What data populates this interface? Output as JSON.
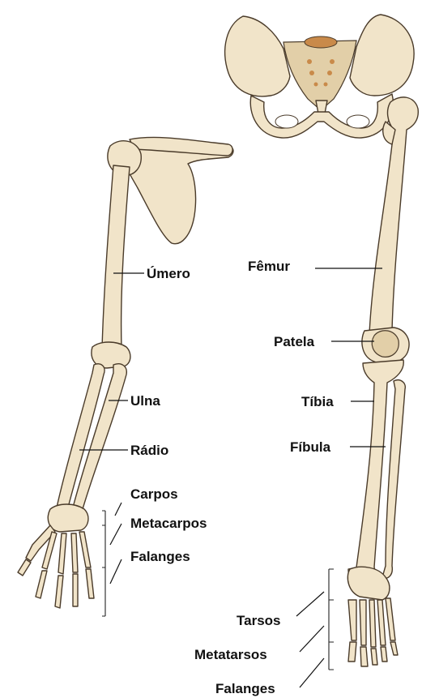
{
  "labels": {
    "umero": "Úmero",
    "femur": "Fêmur",
    "patela": "Patela",
    "ulna": "Ulna",
    "tibia": "Tíbia",
    "radio": "Rádio",
    "fibula": "Fíbula",
    "carpos": "Carpos",
    "metacarpos": "Metacarpos",
    "falanges_mao": "Falanges",
    "tarsos": "Tarsos",
    "metatarsos": "Metatarsos",
    "falanges_pe": "Falanges"
  },
  "colors": {
    "bone_fill": "#f1e4c9",
    "bone_shade": "#e2cfa8",
    "outline": "#4a3b2a",
    "sacrum_accent": "#c98a4a"
  }
}
